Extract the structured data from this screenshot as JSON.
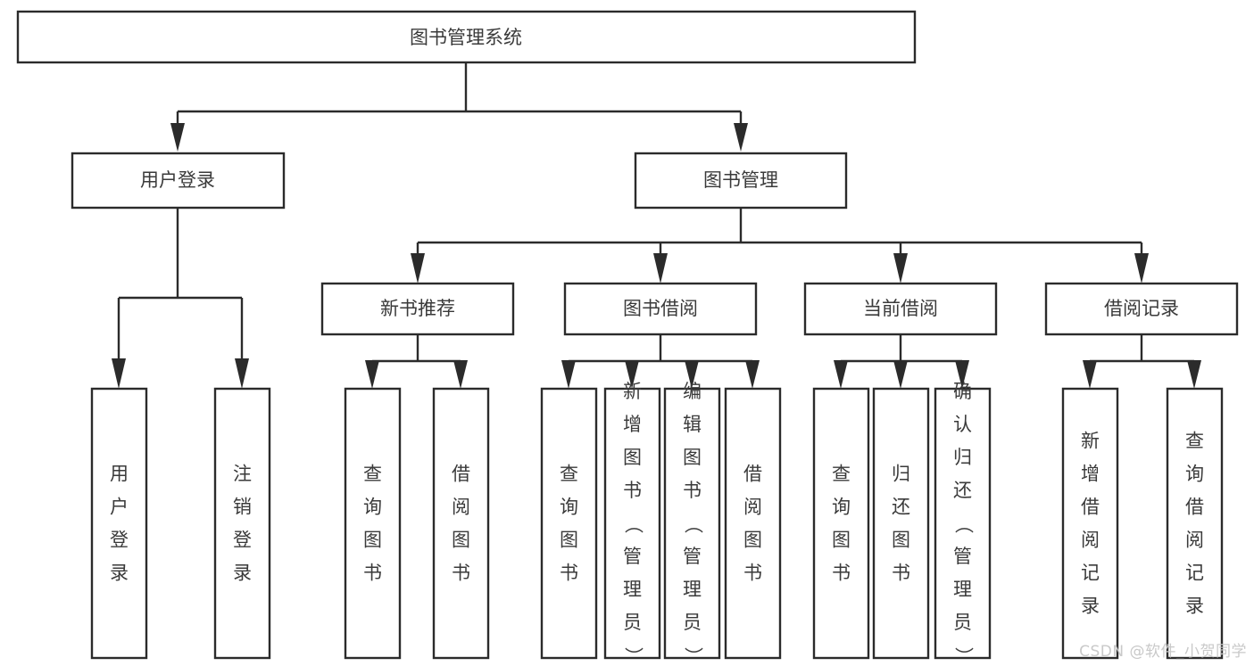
{
  "diagram": {
    "type": "tree",
    "title": "图书管理系统",
    "watermark": "CSDN @软件_小贺同学",
    "colors": {
      "stroke": "#2b2b2b",
      "text": "#3a3a3a",
      "background": "#ffffff",
      "watermark": "#c9c9c9"
    },
    "root": {
      "label": "图书管理系统"
    },
    "level2": [
      {
        "label": "用户登录"
      },
      {
        "label": "图书管理"
      }
    ],
    "level3": [
      {
        "label": "新书推荐"
      },
      {
        "label": "图书借阅"
      },
      {
        "label": "当前借阅"
      },
      {
        "label": "借阅记录"
      }
    ],
    "leaves": {
      "user_login": [
        {
          "label": "用户登录"
        },
        {
          "label": "注销登录"
        }
      ],
      "new_book_recommend": [
        {
          "label": "查询图书"
        },
        {
          "label": "借阅图书"
        }
      ],
      "book_borrow": [
        {
          "label": "查询图书"
        },
        {
          "label": "新增图书（管理员）"
        },
        {
          "label": "编辑图书（管理员）"
        },
        {
          "label": "借阅图书"
        }
      ],
      "current_borrow": [
        {
          "label": "查询图书"
        },
        {
          "label": "归还图书"
        },
        {
          "label": "确认归还（管理员）"
        }
      ],
      "borrow_record": [
        {
          "label": "新增借阅记录"
        },
        {
          "label": "查询借阅记录"
        }
      ]
    }
  }
}
